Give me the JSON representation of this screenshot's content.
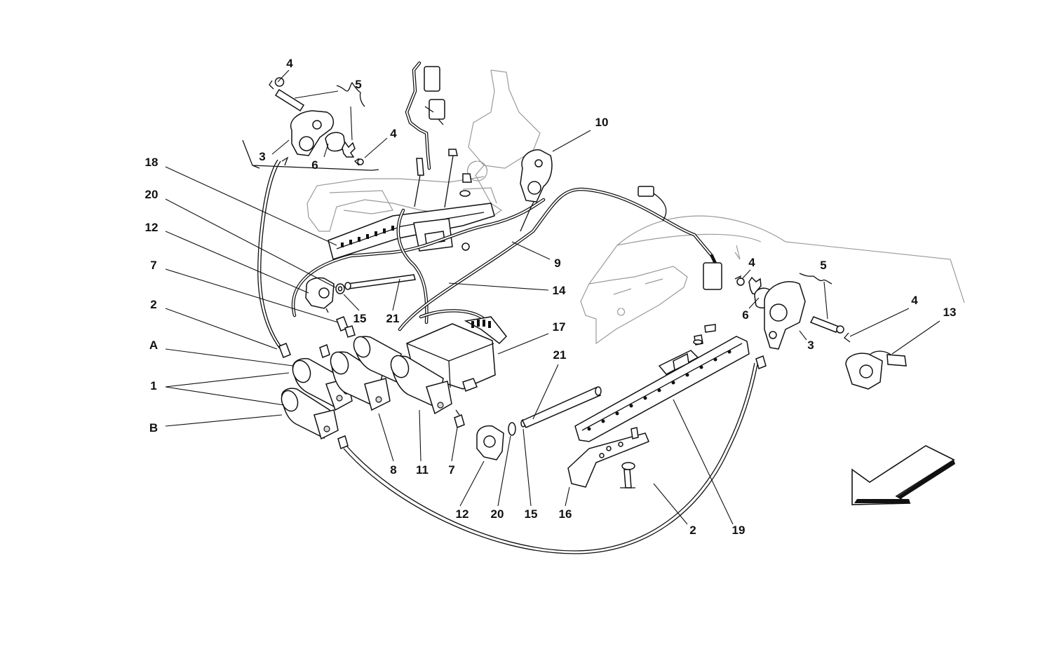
{
  "callouts": [
    {
      "id": "c4a",
      "text": "4"
    },
    {
      "id": "c5a",
      "text": "5"
    },
    {
      "id": "c3a",
      "text": "3"
    },
    {
      "id": "c6a",
      "text": "6"
    },
    {
      "id": "c4b",
      "text": "4"
    },
    {
      "id": "c10",
      "text": "10"
    },
    {
      "id": "c18",
      "text": "18"
    },
    {
      "id": "c20a",
      "text": "20"
    },
    {
      "id": "c12a",
      "text": "12"
    },
    {
      "id": "c7a",
      "text": "7"
    },
    {
      "id": "c2a",
      "text": "2"
    },
    {
      "id": "cA",
      "text": "A"
    },
    {
      "id": "c1",
      "text": "1"
    },
    {
      "id": "cB",
      "text": "B"
    },
    {
      "id": "c9",
      "text": "9"
    },
    {
      "id": "c14",
      "text": "14"
    },
    {
      "id": "c15a",
      "text": "15"
    },
    {
      "id": "c21a",
      "text": "21"
    },
    {
      "id": "c17",
      "text": "17"
    },
    {
      "id": "c21b",
      "text": "21"
    },
    {
      "id": "c8",
      "text": "8"
    },
    {
      "id": "c11",
      "text": "11"
    },
    {
      "id": "c7b",
      "text": "7"
    },
    {
      "id": "c12b",
      "text": "12"
    },
    {
      "id": "c20b",
      "text": "20"
    },
    {
      "id": "c15b",
      "text": "15"
    },
    {
      "id": "c16",
      "text": "16"
    },
    {
      "id": "c2b",
      "text": "2"
    },
    {
      "id": "c19",
      "text": "19"
    },
    {
      "id": "c4c",
      "text": "4"
    },
    {
      "id": "c5b",
      "text": "5"
    },
    {
      "id": "c6b",
      "text": "6"
    },
    {
      "id": "c3b",
      "text": "3"
    },
    {
      "id": "c4d",
      "text": "4"
    },
    {
      "id": "c13",
      "text": "13"
    }
  ],
  "icons": {
    "direction_arrow": "front-direction-arrow-icon"
  },
  "colors": {
    "line": "#111111",
    "ghost_outline": "#9a9a9a",
    "background": "#ffffff"
  }
}
